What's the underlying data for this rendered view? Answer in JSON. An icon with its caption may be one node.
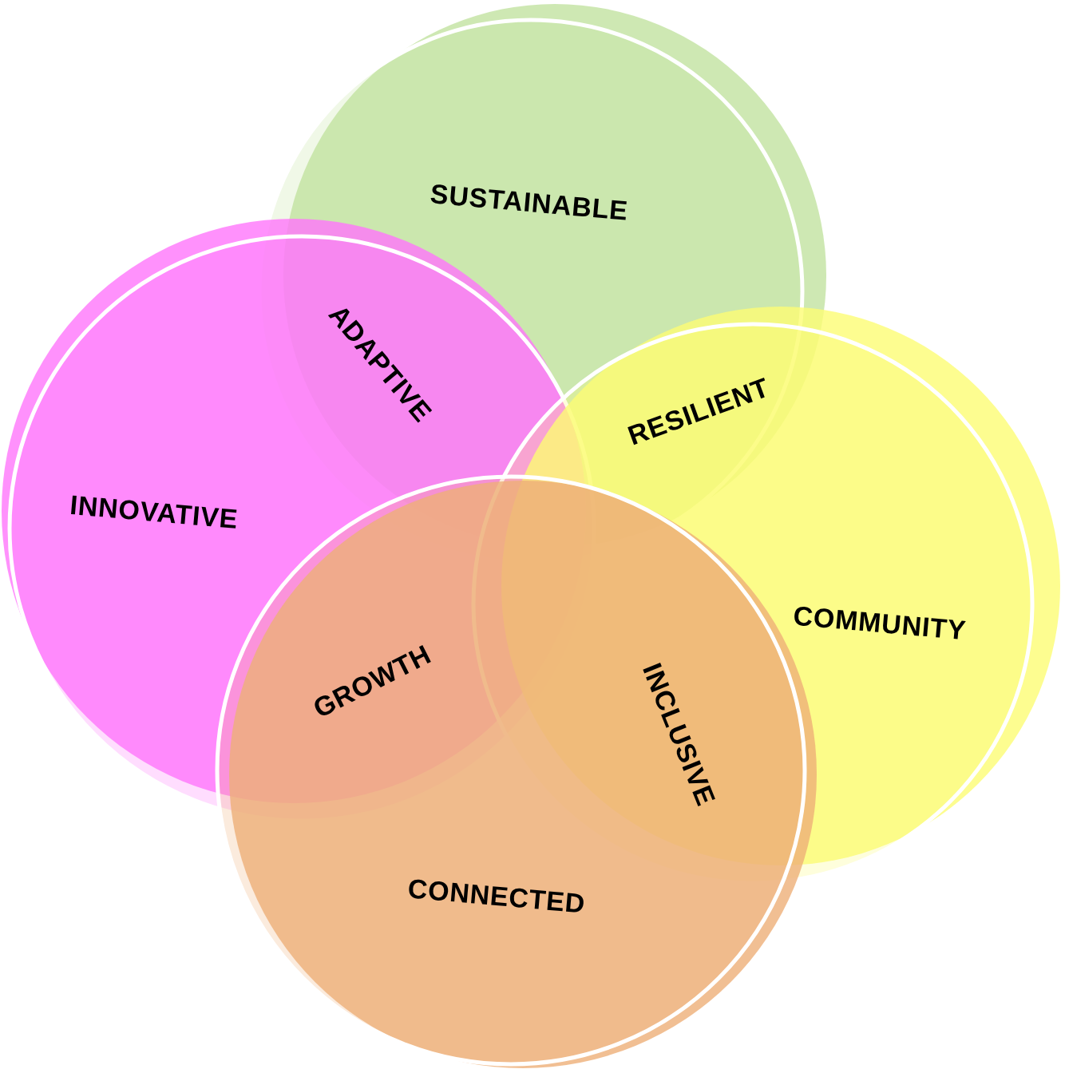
{
  "diagram": {
    "nodes": [
      {
        "text": [
          "SUSTAINABLE"
        ]
      },
      {
        "text": [
          "INNOVATIVE"
        ]
      },
      {
        "text": [
          "COMMUNITY"
        ]
      },
      {
        "text": [
          "CONNECTED"
        ]
      }
    ],
    "labels": [
      "ADAPTIVE",
      "RESILIENT",
      "GROWTH",
      "INCLUSIVE"
    ]
  }
}
